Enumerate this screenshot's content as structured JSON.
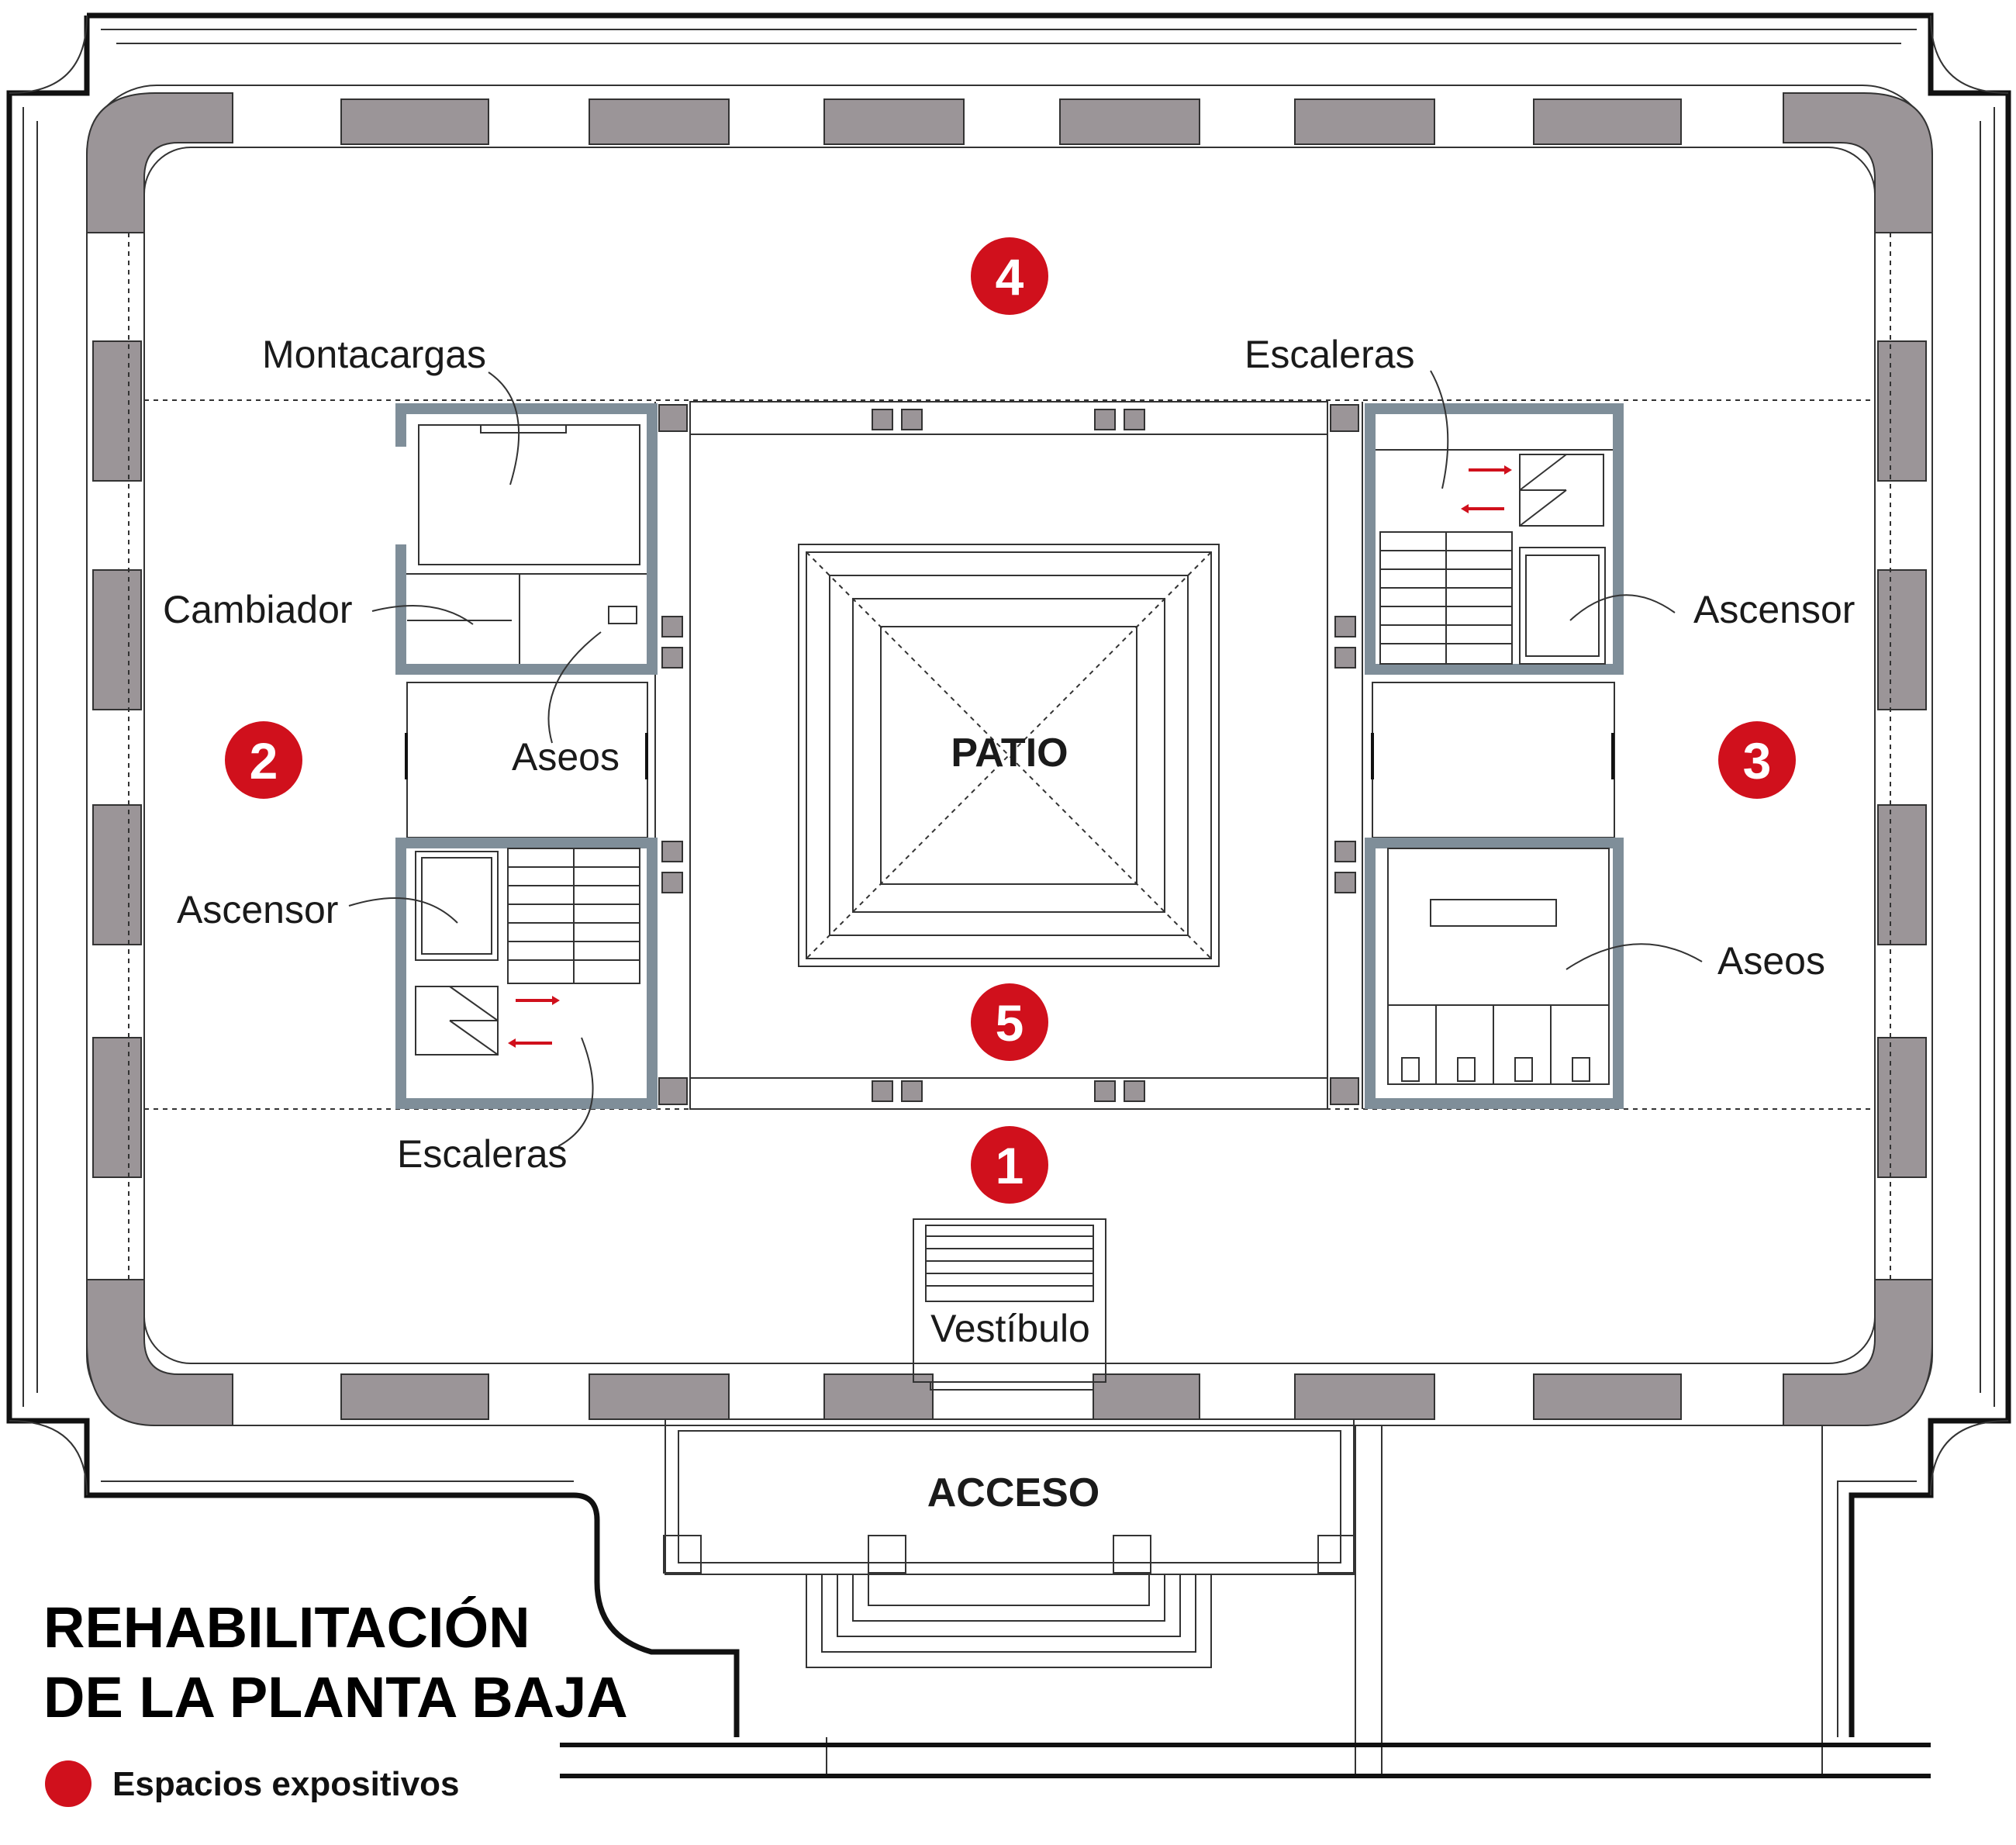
{
  "title": {
    "line1": "REHABILITACIÓN",
    "line2": "DE LA PLANTA BAJA"
  },
  "legend": {
    "label": "Espacios expositivos",
    "color": "#d0101c"
  },
  "colors": {
    "marker": "#d0101c",
    "walls": "#7f8e99",
    "piers": "#9b9598",
    "arrows": "#d0101c"
  },
  "rooms": {
    "patio": "PATIO",
    "acceso": "ACCESO",
    "vestibulo": "Vestíbulo"
  },
  "labels": {
    "montacargas": "Montacargas",
    "cambiador": "Cambiador",
    "aseos_left": "Aseos",
    "ascensor_left": "Ascensor",
    "escaleras_left": "Escaleras",
    "escaleras_right": "Escaleras",
    "ascensor_right": "Ascensor",
    "aseos_right": "Aseos"
  },
  "spaces": [
    {
      "number": "1"
    },
    {
      "number": "2"
    },
    {
      "number": "3"
    },
    {
      "number": "4"
    },
    {
      "number": "5"
    }
  ]
}
